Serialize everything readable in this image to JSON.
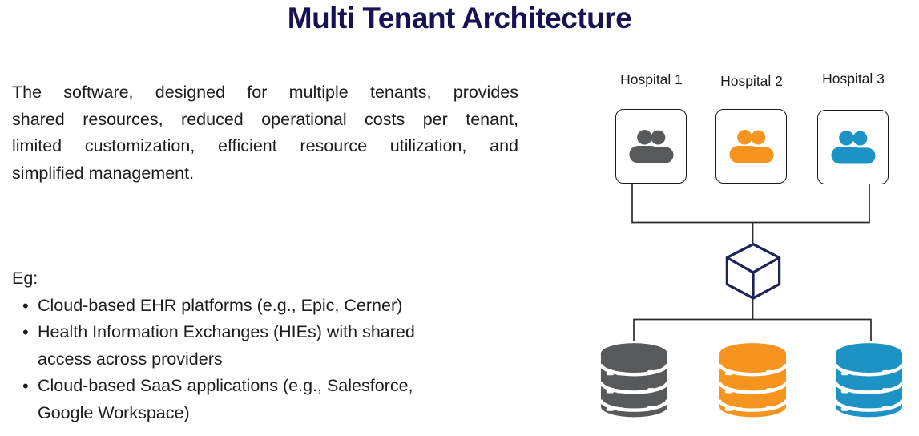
{
  "title": "Multi Tenant Architecture",
  "intro": {
    "lines": [
      "The software, designed for multiple tenants, provides",
      "shared resources, reduced operational costs per tenant,",
      "limited customization, efficient resource utilization, and",
      "simplified management."
    ]
  },
  "examples": {
    "heading": "Eg:",
    "items": [
      {
        "lines": [
          "Cloud-based EHR platforms (e.g., Epic, Cerner)",
          ""
        ]
      },
      {
        "lines": [
          "Health Information Exchanges (HIEs) with shared",
          "access across providers"
        ]
      },
      {
        "lines": [
          "Cloud-based SaaS applications (e.g., Salesforce,",
          "Google Workspace)"
        ]
      }
    ]
  },
  "diagram": {
    "tenants": [
      {
        "label": "Hospital 1",
        "color": "#58595A"
      },
      {
        "label": "Hospital 2",
        "color": "#F6941F"
      },
      {
        "label": "Hospital 3",
        "color": "#1C93C4"
      }
    ],
    "databases": [
      {
        "color": "#58595A"
      },
      {
        "color": "#F6941F"
      },
      {
        "color": "#1C93C4"
      }
    ],
    "colors": {
      "cube_outline": "#1F2256",
      "connector": "#2B2B2B",
      "box_border": "#1A1A1A"
    }
  },
  "colors": {
    "title": "#161253",
    "body_text": "#1D1D1B",
    "background": "#FFFFFF"
  }
}
